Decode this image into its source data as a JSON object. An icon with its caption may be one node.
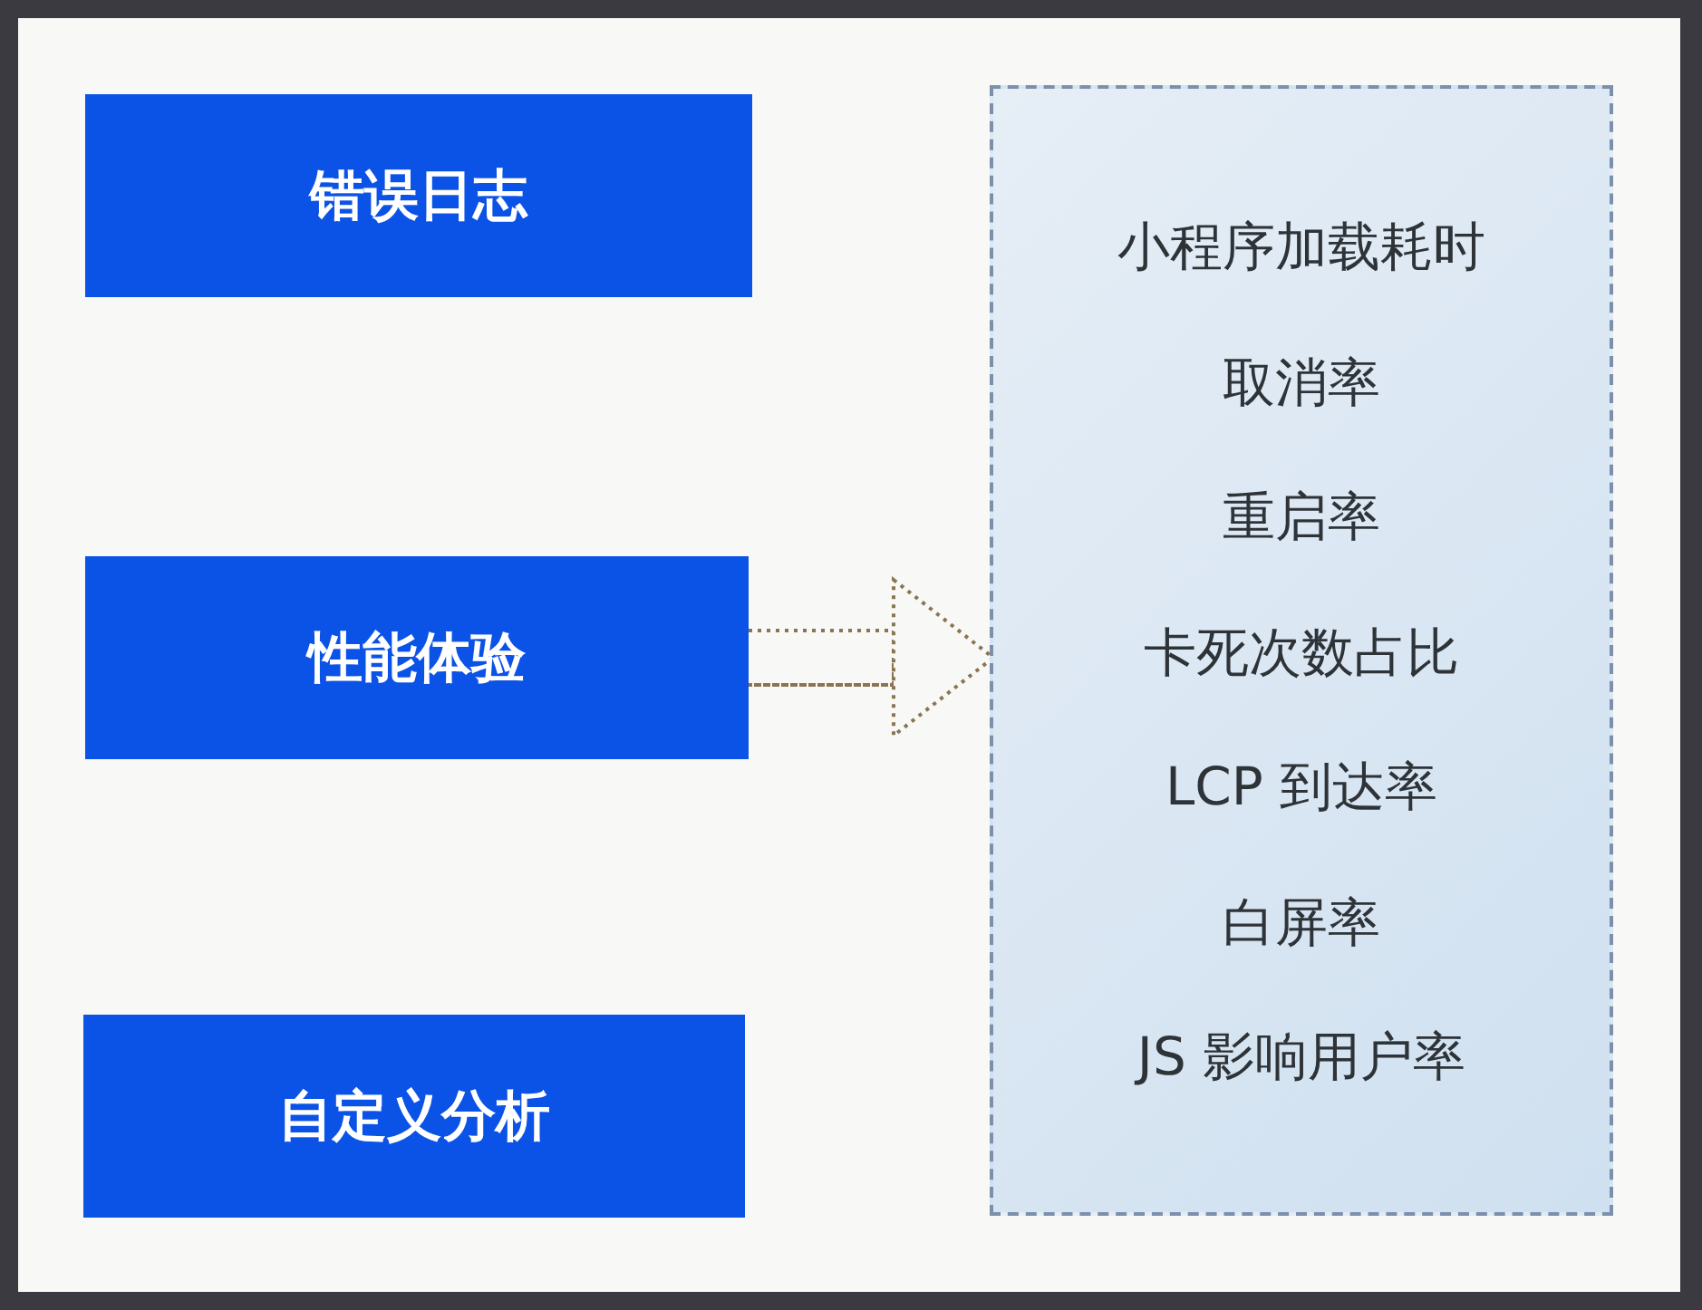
{
  "diagram": {
    "nodes": [
      {
        "text": [
          "错误日志"
        ]
      },
      {
        "text": [
          "性能体验"
        ]
      },
      {
        "text": [
          "自定义分析"
        ]
      },
      {
        "text": [
          "小程序加载耗时",
          "取消率",
          "重启率",
          "卡死次数占比",
          "LCP 到达率",
          "白屏率",
          "JS 影响用户率"
        ]
      }
    ],
    "edges": [
      {
        "from": 1,
        "to": 3,
        "arrow": "to",
        "style": "dashed"
      }
    ]
  }
}
